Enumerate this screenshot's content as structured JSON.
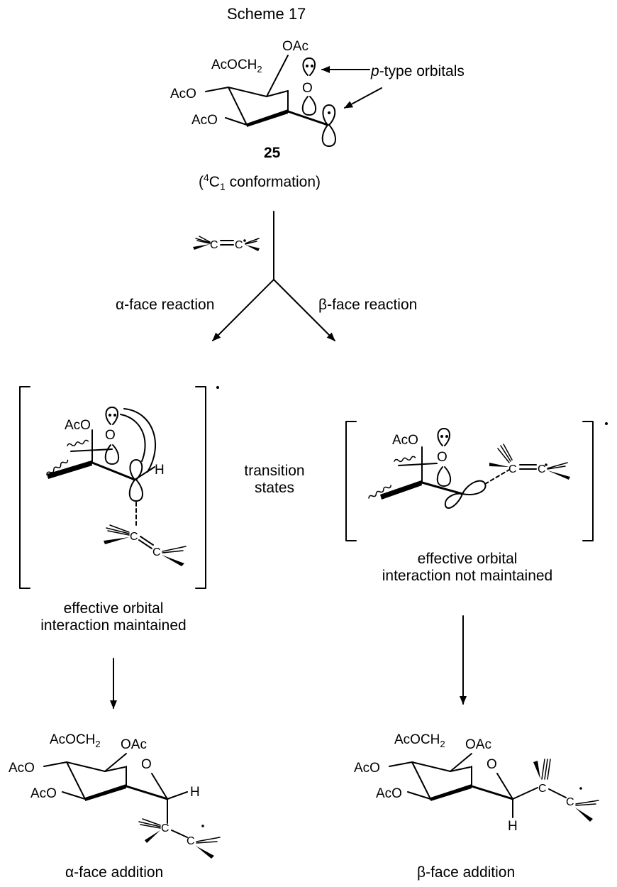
{
  "scheme": {
    "title": "Scheme 17",
    "compound_number": "25",
    "conformation_open": "(",
    "conformation_sup": "4",
    "conformation_main": "C",
    "conformation_sub": "1",
    "conformation_rest": " conformation)",
    "orbital_label_italic": "p",
    "orbital_label_rest": "-type orbitals",
    "alpha_reaction": "α-face reaction",
    "beta_reaction": "β-face reaction",
    "transition_states_line1": "transition",
    "transition_states_line2": "states",
    "alpha_ts_caption_line1": "effective orbital",
    "alpha_ts_caption_line2": "interaction maintained",
    "beta_ts_caption_line1": "effective orbital",
    "beta_ts_caption_line2": "interaction not maintained",
    "alpha_product_caption": "α-face addition",
    "beta_product_caption": "β-face addition"
  },
  "atoms": {
    "oac": "OAc",
    "acoch2_main": "AcOCH",
    "acoch2_sub": "2",
    "aco": "AcO",
    "o": "O",
    "h": "H",
    "c": "C"
  },
  "colors": {
    "ink": "#000000",
    "background": "#ffffff"
  }
}
